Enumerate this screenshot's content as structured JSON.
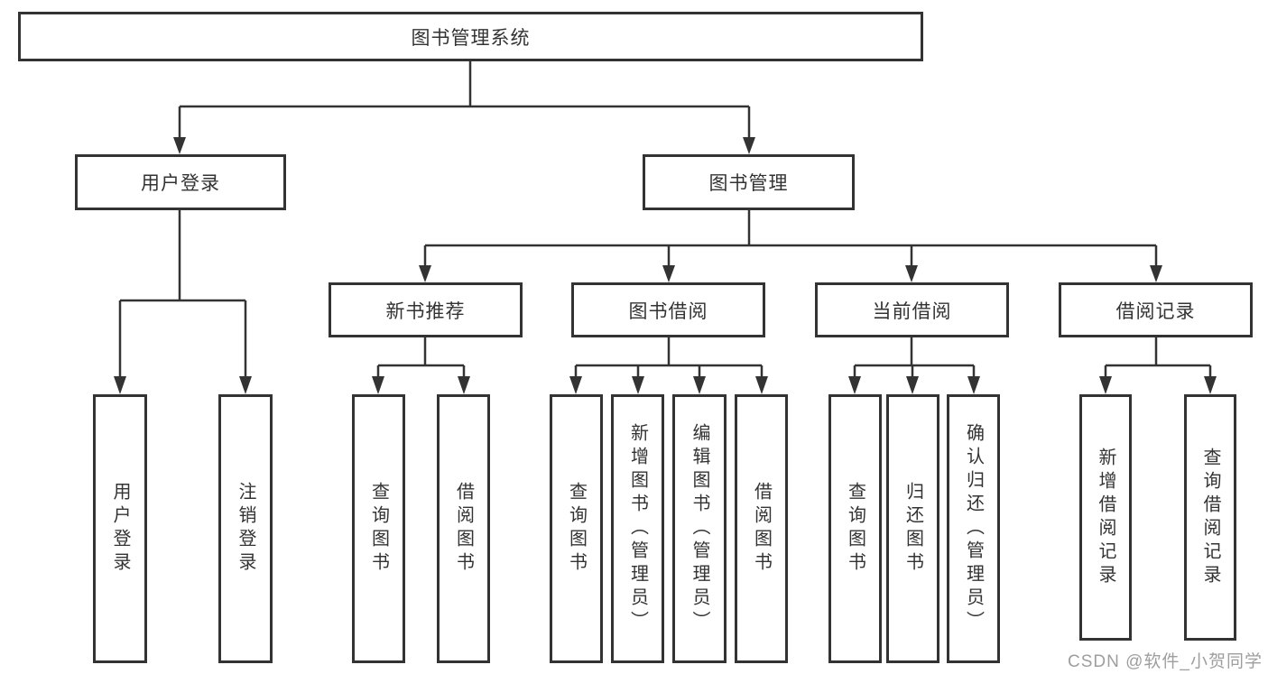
{
  "tree": {
    "root": {
      "label": "图书管理系统",
      "children": [
        {
          "label": "用户登录",
          "children": [
            {
              "label": "用户登录"
            },
            {
              "label": "注销登录"
            }
          ]
        },
        {
          "label": "图书管理",
          "children": [
            {
              "label": "新书推荐",
              "children": [
                {
                  "label": "查询图书"
                },
                {
                  "label": "借阅图书"
                }
              ]
            },
            {
              "label": "图书借阅",
              "children": [
                {
                  "label": "查询图书"
                },
                {
                  "label": "新增图书（管理员）"
                },
                {
                  "label": "编辑图书（管理员）"
                },
                {
                  "label": "借阅图书"
                }
              ]
            },
            {
              "label": "当前借阅",
              "children": [
                {
                  "label": "查询图书"
                },
                {
                  "label": "归还图书"
                },
                {
                  "label": "确认归还（管理员）"
                }
              ]
            },
            {
              "label": "借阅记录",
              "children": [
                {
                  "label": "新增借阅记录"
                },
                {
                  "label": "查询借阅记录"
                }
              ]
            }
          ]
        }
      ]
    }
  },
  "watermark": {
    "text": "CSDN @软件_小贺同学"
  },
  "colors": {
    "line": "#333333",
    "box_border": "#333333",
    "box_fill": "#ffffff",
    "text": "#333333",
    "watermark": "#9e9e9e"
  }
}
